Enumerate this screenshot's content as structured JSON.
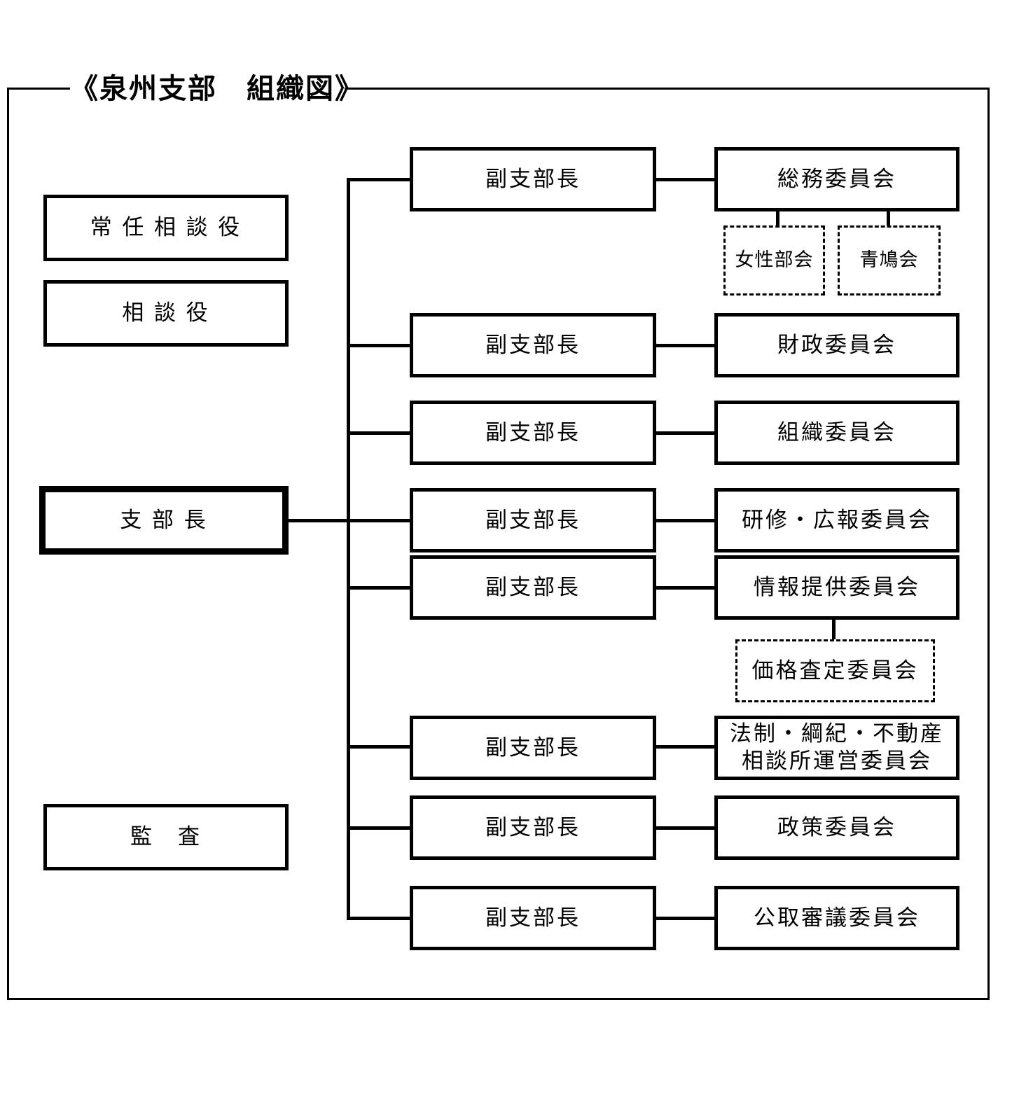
{
  "title": "《泉州支部　組織図》",
  "left_column": {
    "standing_advisor": "常 任 相 談 役",
    "advisor": "相 談 役",
    "branch_chief": "支 部 長",
    "audit": "監　査"
  },
  "rows": [
    {
      "vice": "副支部長",
      "committee": "総務委員会"
    },
    {
      "vice": "副支部長",
      "committee": "財政委員会"
    },
    {
      "vice": "副支部長",
      "committee": "組織委員会"
    },
    {
      "vice": "副支部長",
      "committee": "研修・広報委員会"
    },
    {
      "vice": "副支部長",
      "committee": "情報提供委員会"
    },
    {
      "vice": "副支部長",
      "committee": "法制・綱紀・不動産\n相談所運営委員会"
    },
    {
      "vice": "副支部長",
      "committee": "政策委員会"
    },
    {
      "vice": "副支部長",
      "committee": "公取審議委員会"
    }
  ],
  "sub_boxes": {
    "womens_division": "女性部会",
    "seikyukai": "青鳩会",
    "price_assessment": "価格査定委員会"
  },
  "colors": {
    "line": "#000000",
    "background": "#ffffff"
  }
}
